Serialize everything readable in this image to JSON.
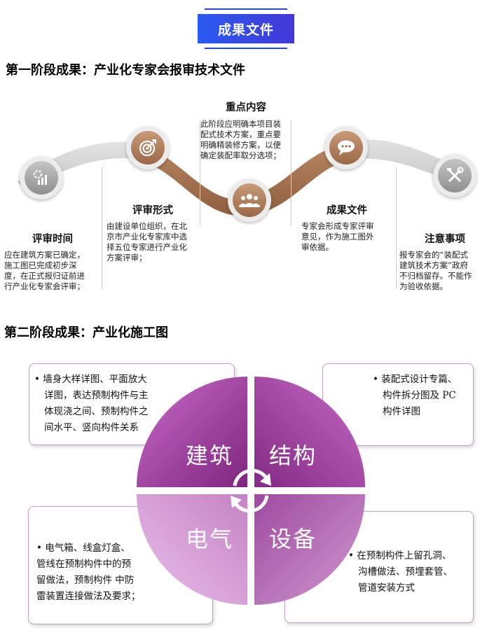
{
  "header": {
    "tag": "成果文件"
  },
  "stage1": {
    "title": "第一阶段成果：产业化专家会报审技术文件",
    "items": [
      {
        "key": "review_time",
        "heading": "评审时间",
        "lines": [
          "应在建筑方案已确定，",
          "施工图已完成初步深",
          "度，在正式报归证前进",
          "行产业化专家会评审；"
        ]
      },
      {
        "key": "review_form",
        "heading": "评审形式",
        "lines": [
          "由建设单位组织，在北",
          "京市产业化专家库中选",
          "择五位专家进行产业化",
          "方案评审；"
        ]
      },
      {
        "key": "key_content",
        "heading": "重点内容",
        "lines": [
          "此阶段应明确本项目装",
          "配式技术方案，重点要",
          "明确精装修方案，以便",
          "确定装配率取分选项；"
        ]
      },
      {
        "key": "result_file",
        "heading": "成果文件",
        "lines": [
          "专家会形成专家评审",
          "意见，作为施工图外",
          "审依据。"
        ]
      },
      {
        "key": "notes",
        "heading": "注意事项",
        "lines": [
          "报专家会的“装配式",
          "建筑技术方案”政府",
          "不归档留存。不能作",
          "为验收依据。"
        ]
      }
    ],
    "icons": [
      "chart-gear-icon",
      "target-icon",
      "people-group-icon",
      "speech-bubble-icon",
      "tools-icon"
    ]
  },
  "stage2": {
    "title": "第二阶段成果：产业化施工图",
    "quadrants": {
      "architecture": "建筑",
      "structure": "结构",
      "electrical": "电气",
      "equipment": "设备"
    },
    "notes": {
      "architecture": [
        "• 墙身大样详图、平面放大",
        "详图，表达预制构件与主",
        "体现浇之间、预制构件之",
        "间水平、竖向构件关系"
      ],
      "structure": [
        "• 装配式设计专篇、",
        "构件拆分图及 PC",
        "构件详图"
      ],
      "electrical": [
        "• 电气箱、线盒灯盒、",
        "管线在预制构件中的预",
        "留做法，预制构件 中防",
        "雷装置连接做法及要求；"
      ],
      "equipment": [
        "• 在预制构件上留孔洞、",
        "沟槽做法、预埋套管、",
        "管道安装方式"
      ]
    }
  },
  "colors": {
    "accent_blue": "#2a5bf0",
    "bronze": "#a0714f",
    "gray_wave": "#d3d3d3",
    "purple_dark": "#8a2d89",
    "purple_light": "#d59cd5"
  }
}
